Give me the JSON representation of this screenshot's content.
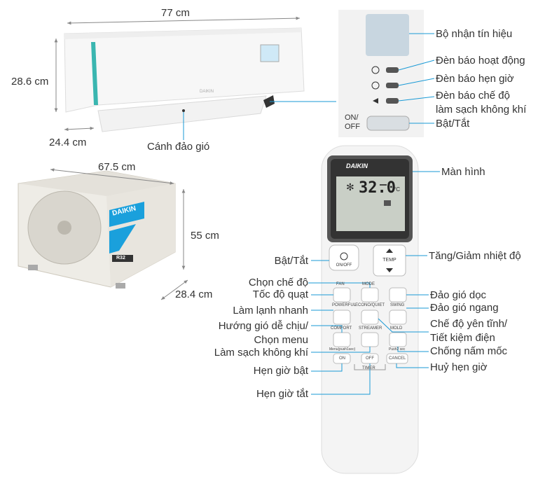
{
  "dimensions": {
    "indoor_width": "77 cm",
    "indoor_height": "28.6 cm",
    "indoor_depth": "24.4 cm",
    "outdoor_width": "67.5 cm",
    "outdoor_height": "55 cm",
    "outdoor_depth": "28.4 cm"
  },
  "indoor_labels": {
    "louver": "Cánh đảo gió",
    "sensor": "Bộ nhận tín hiệu",
    "operation_lamp": "Đèn báo hoạt động",
    "timer_lamp": "Đèn báo hẹn giờ",
    "clean_lamp_line1": "Đèn báo chế độ",
    "clean_lamp_line2": "làm sạch không khí",
    "onoff": "Bật/Tắt"
  },
  "panel": {
    "on": "ON/",
    "off": "OFF"
  },
  "brand": "DAIKIN",
  "badge": "R32",
  "remote": {
    "display_temp": "32.0",
    "display_unit": "°C",
    "onoff_btn": "ON/OFF",
    "temp_btn": "TEMP",
    "fan": "FAN",
    "mode": "MODE",
    "powerful": "POWERFUL",
    "econo": "ECONO/QUIET",
    "swing": "SWING",
    "comfort": "COMFORT",
    "streamer": "STREAMER",
    "mold": "MOLD",
    "menu_sec": "Menu(push1sec)",
    "push2sec": "Push2 sec",
    "on": "ON",
    "off": "OFF",
    "cancel": "CANCEL",
    "timer": "TIMER"
  },
  "remote_labels": {
    "screen": "Màn hình",
    "temp": "Tăng/Giảm nhiệt độ",
    "onoff": "Bật/Tắt",
    "mode": "Chọn chế độ",
    "fan_speed": "Tốc độ quạt",
    "vertical_swing": "Đảo gió dọc",
    "horizontal_swing": "Đảo gió ngang",
    "powerful": "Làm lạnh nhanh",
    "comfort_line1": "Hướng gió dễ chịu/",
    "comfort_line2": "Chọn menu",
    "quiet_line1": "Chế độ yên tĩnh/",
    "quiet_line2": "Tiết kiệm điện",
    "streamer": "Làm sạch không khí",
    "mold": "Chống nấm mốc",
    "timer_on": "Hẹn giờ bật",
    "timer_cancel": "Huỷ hẹn giờ",
    "timer_off": "Hẹn giờ tắt"
  },
  "colors": {
    "accent": "#1a9ad6",
    "dim": "#888888",
    "teal": "#3ab6b0",
    "brand_blue": "#1aa0dc"
  }
}
